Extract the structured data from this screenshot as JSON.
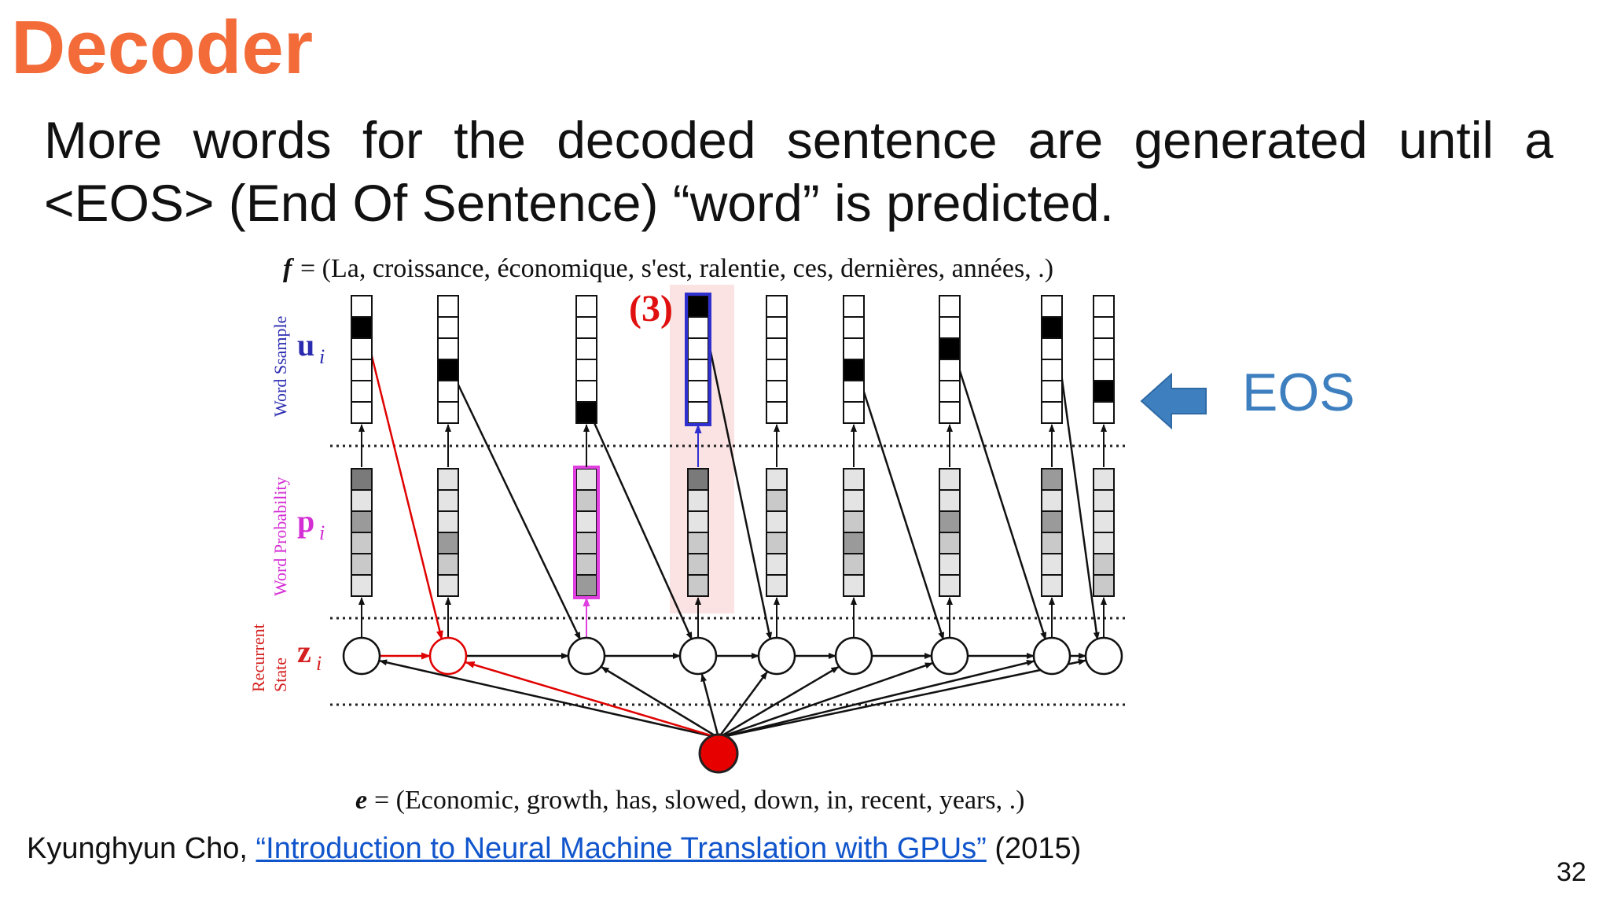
{
  "slide": {
    "title": "Decoder",
    "body_line1": "More words for the decoded sentence are generated until a",
    "body_line2": "<EOS> (End Of Sentence) “word” is predicted.",
    "eos_label": "EOS",
    "citation_author": "Kyunghyun Cho, ",
    "citation_link": "“Introduction to Neural Machine Translation with GPUs”",
    "citation_year": " (2015)",
    "page_number": "32"
  },
  "diagram": {
    "f_symbol": "f",
    "f_text": "= (La, croissance, économique, s'est, ralentie, ces, dernières, années, .)",
    "e_symbol": "e",
    "e_text": "= (Economic, growth, has, slowed, down, in, recent, years, .)",
    "step_marker": "(3)",
    "row_u": {
      "symbol": "u",
      "sub": "i",
      "side_label": "Word Ssample",
      "color": "#2b2bb0"
    },
    "row_p": {
      "symbol": "p",
      "sub": "i",
      "side_label": "Word Probability",
      "color": "#d42fd4"
    },
    "row_z": {
      "symbol": "z",
      "sub": "i",
      "side_label_1": "Recurrent",
      "side_label_2": "State",
      "color": "#d42020"
    },
    "column_count": 9,
    "sample_word_index_per_column": [
      1,
      3,
      5,
      0,
      null,
      3,
      2,
      1,
      4
    ],
    "colors": {
      "accent_title": "#f26b38",
      "eos_arrow": "#3d7fbf",
      "encoder_node": "#e60000",
      "highlight_column": "#fbe3e3"
    }
  }
}
